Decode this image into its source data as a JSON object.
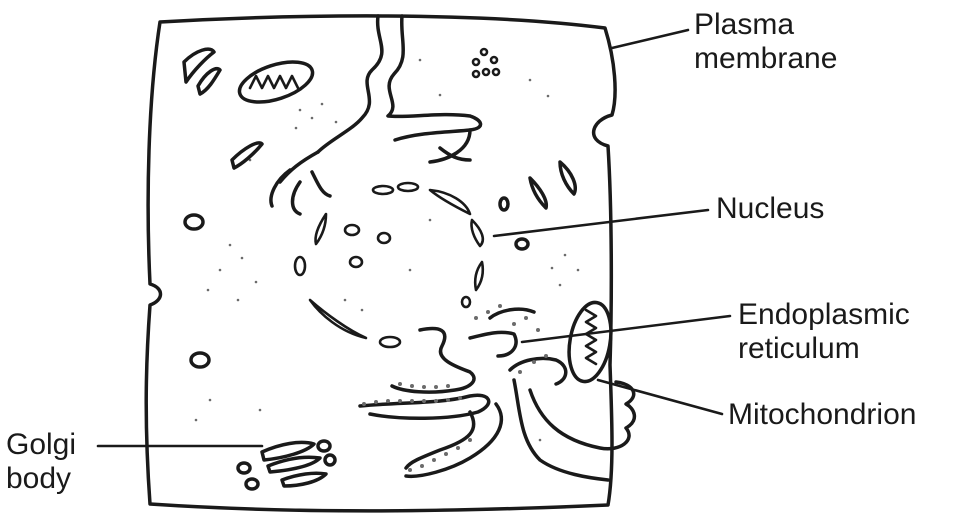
{
  "labels": {
    "plasma_membrane": [
      "Plasma",
      "membrane"
    ],
    "nucleus": "Nucleus",
    "endoplasmic_reticulum": [
      "Endoplasmic",
      "reticulum"
    ],
    "mitochondrion": "Mitochondrion",
    "golgi_body": [
      "Golgi",
      "body"
    ]
  }
}
